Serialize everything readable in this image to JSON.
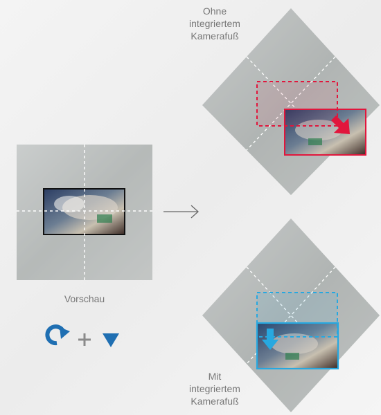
{
  "labels": {
    "top": [
      "Ohne",
      "integriertem",
      "Kamerafuß"
    ],
    "bottom": [
      "Mit",
      "integriertem",
      "Kamerafuß"
    ],
    "preview": "Vorschau"
  },
  "icons": {
    "rotate": "rotate-clockwise-icon",
    "plus": "+",
    "down": "down-triangle-icon",
    "arrow": "long-arrow-right-icon"
  },
  "colors": {
    "rotate": "#1f6fb2",
    "down": "#1f6fb2",
    "red": "#e1163c",
    "blue": "#27a8e0",
    "arrow": "#666666"
  }
}
